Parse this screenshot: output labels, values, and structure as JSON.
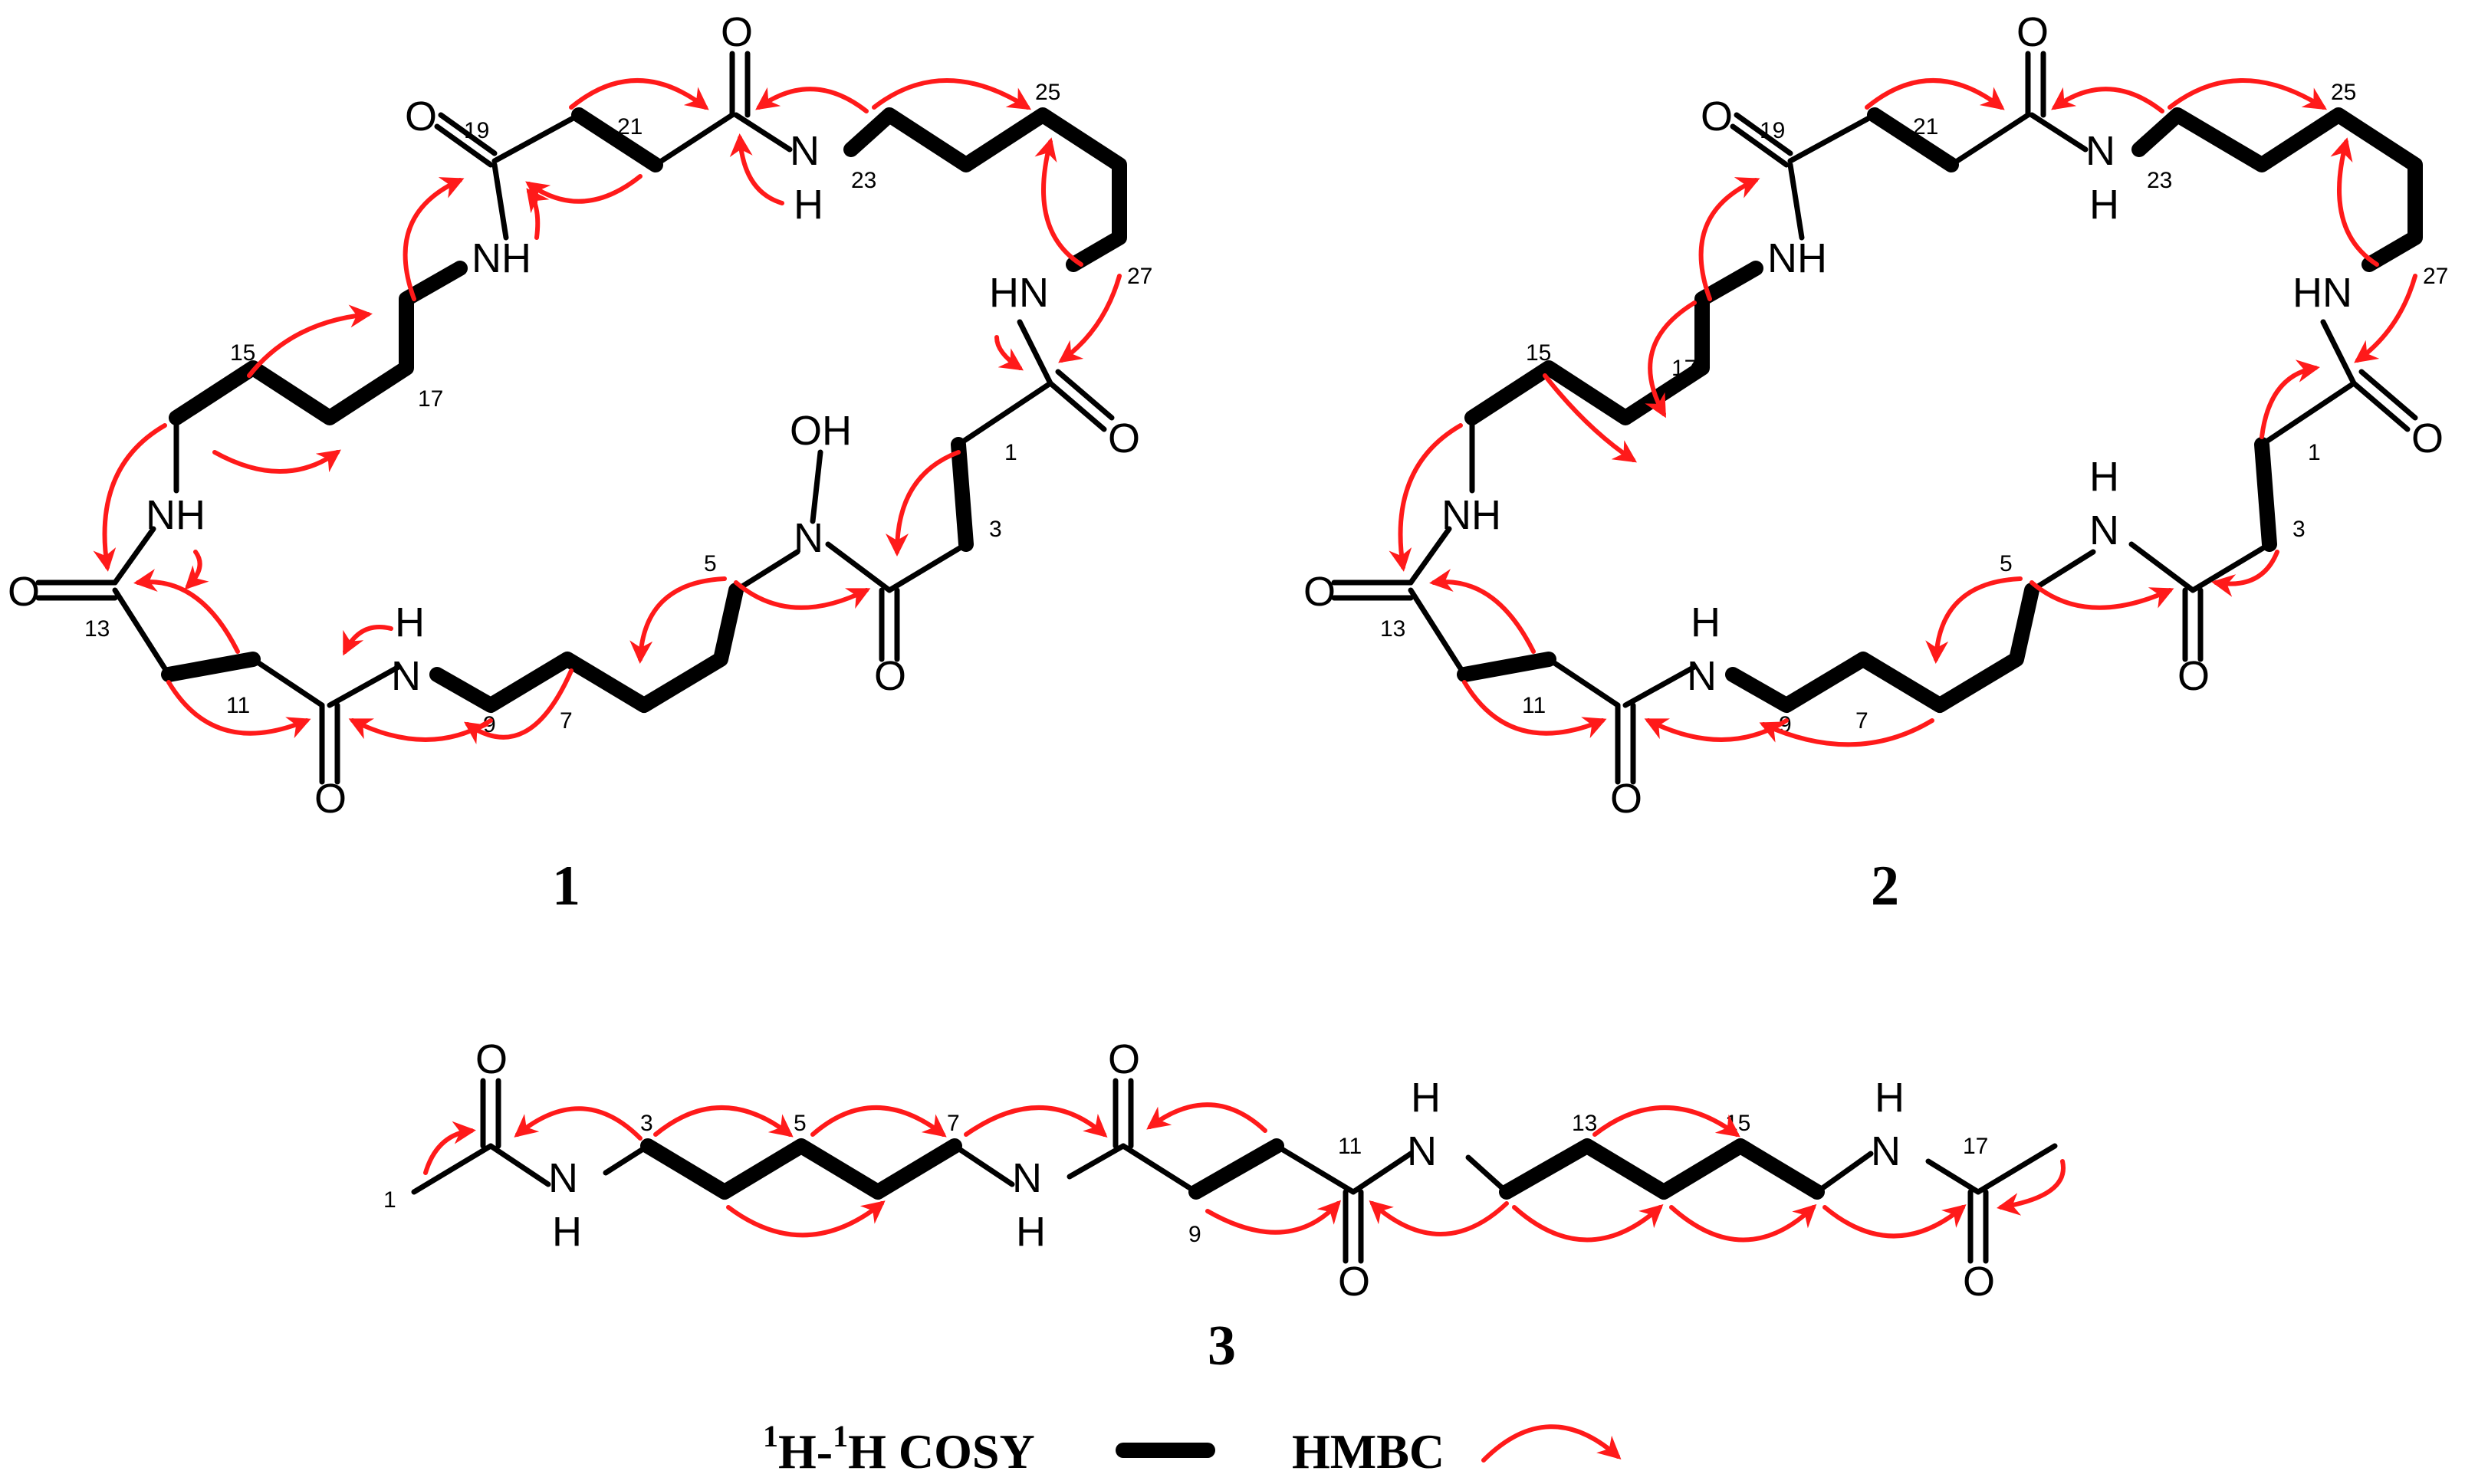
{
  "compounds": [
    {
      "id": "1",
      "label": "1",
      "numbers": [
        "19",
        "21",
        "23",
        "25",
        "27",
        "15",
        "17",
        "1",
        "3",
        "5",
        "7",
        "9",
        "11",
        "13"
      ]
    },
    {
      "id": "2",
      "label": "2",
      "numbers": [
        "19",
        "21",
        "23",
        "25",
        "27",
        "15",
        "17",
        "1",
        "3",
        "5",
        "7",
        "9",
        "11",
        "13"
      ]
    },
    {
      "id": "3",
      "label": "3",
      "numbers": [
        "1",
        "3",
        "5",
        "7",
        "9",
        "11",
        "13",
        "15",
        "17"
      ]
    }
  ],
  "atoms": {
    "O": "O",
    "NH": "NH",
    "HN": "HN",
    "N": "N",
    "H": "H",
    "OH": "OH"
  },
  "legend": {
    "cosy_sup1": "1",
    "cosy_h1": "H-",
    "cosy_sup2": "1",
    "cosy_h2": "H COSY",
    "hmbc": "HMBC"
  },
  "colors": {
    "bond": "#000000",
    "hmbc": "#ff1a1a"
  }
}
